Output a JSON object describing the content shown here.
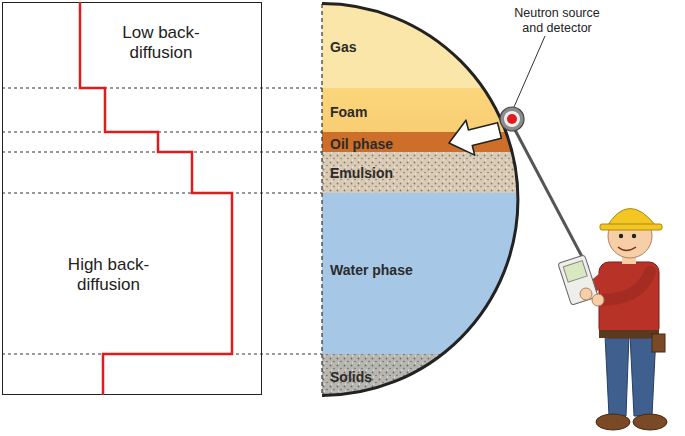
{
  "diagram": {
    "nodes": [
      {
        "text": [
          "Low back-diffusion",
          "High back-diffusion"
        ]
      },
      {
        "text": [
          "Gas"
        ]
      },
      {
        "text": [
          "Foam"
        ]
      },
      {
        "text": [
          "Oil phase"
        ]
      },
      {
        "text": [
          "Emulsion"
        ]
      },
      {
        "text": [
          "Water phase"
        ]
      },
      {
        "text": [
          "Solids"
        ]
      }
    ],
    "labels": [
      "Neutron source and detector"
    ]
  }
}
